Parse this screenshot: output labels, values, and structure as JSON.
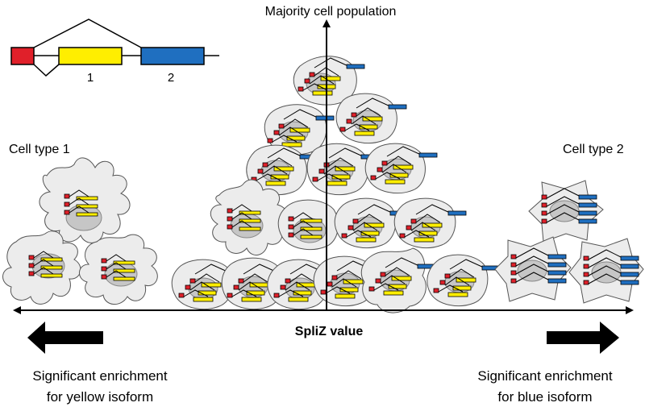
{
  "labels": {
    "y_axis": "Majority cell population",
    "x_axis": "SpliZ value",
    "left_cell_type": "Cell type 1",
    "right_cell_type": "Cell type 2",
    "left_enrichment_line1": "Significant enrichment",
    "left_enrichment_line2": "for yellow isoform",
    "right_enrichment_line1": "Significant enrichment",
    "right_enrichment_line2": "for blue isoform"
  },
  "gene_model": {
    "exon_labels": [
      "1",
      "2"
    ]
  },
  "colors": {
    "exon_constitutive": "#e0202a",
    "exon_yellow": "#ffee00",
    "exon_blue": "#1f6fc0",
    "cell_fill": "#ececec",
    "nucleus_fill": "#c6c6c6"
  }
}
